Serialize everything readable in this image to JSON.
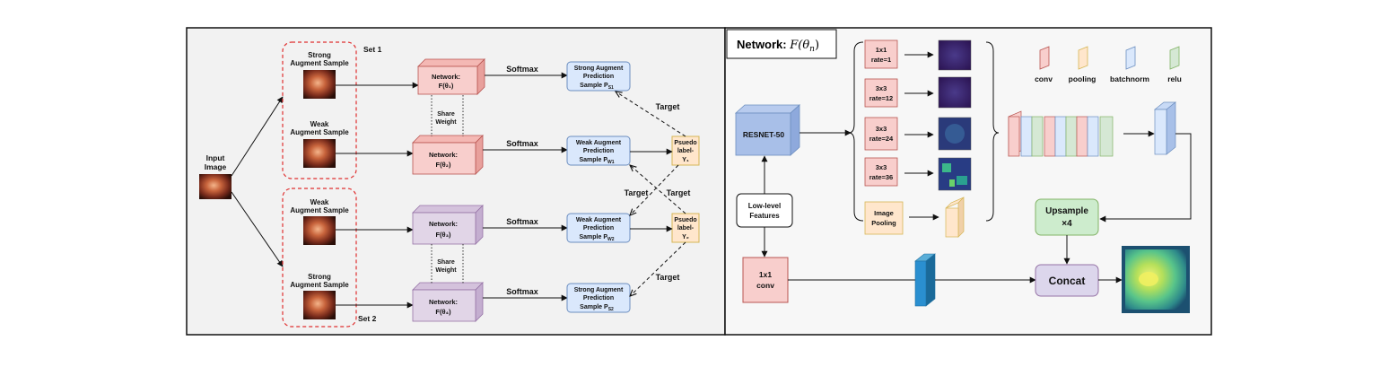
{
  "left_panel": {
    "input_label": [
      "Input",
      "Image"
    ],
    "set1": "Set 1",
    "set2": "Set 2",
    "samples": {
      "strong1": [
        "Strong",
        "Augment Sample"
      ],
      "weak1": [
        "Weak",
        "Augment Sample"
      ],
      "weak2": [
        "Weak",
        "Augment Sample"
      ],
      "strong2": [
        "Strong",
        "Augment Sample"
      ]
    },
    "networks": {
      "n1": [
        "Network:",
        "F(θ₁)"
      ],
      "n2": [
        "Network:",
        "F(θ₂)"
      ],
      "n3": [
        "Network:",
        "F(θ₃)"
      ],
      "n4": [
        "Network:",
        "F(θ₄)"
      ]
    },
    "share_weight": [
      "Share",
      "Weight"
    ],
    "softmax": "Softmax",
    "predictions": {
      "p1": {
        "lines": [
          "Strong Augment",
          "Prediction"
        ],
        "sample": "Sample P",
        "sub": "S1"
      },
      "p2": {
        "lines": [
          "Weak Augment",
          "Prediction"
        ],
        "sample": "Sample P",
        "sub": "W1"
      },
      "p3": {
        "lines": [
          "Weak Augment",
          "Prediction"
        ],
        "sample": "Sample P",
        "sub": "W2"
      },
      "p4": {
        "lines": [
          "Strong Augment",
          "Prediction"
        ],
        "sample": "Sample P",
        "sub": "S2"
      }
    },
    "pseudo1": [
      "Psuedo",
      "label-",
      "Y₁"
    ],
    "pseudo2": [
      "Psuedo",
      "label-",
      "Y₂"
    ],
    "target": "Target"
  },
  "right_panel": {
    "title_bold": "Network: ",
    "title_math": "F(θ",
    "title_sub": "n",
    "title_close": ")",
    "resnet": "RESNET-50",
    "lowlevel": [
      "Low-level",
      "Features"
    ],
    "conv1x1": [
      "1x1",
      "conv"
    ],
    "aspp": [
      [
        "1x1",
        "rate=1"
      ],
      [
        "3x3",
        "rate=12"
      ],
      [
        "3x3",
        "rate=24"
      ],
      [
        "3x3",
        "rate=36"
      ]
    ],
    "pooling": [
      "Image",
      "Pooling"
    ],
    "legend": [
      "conv",
      "pooling",
      "batchnorm",
      "relu"
    ],
    "upsample": [
      "Upsample",
      "×4"
    ],
    "concat": "Concat"
  },
  "colors": {
    "conv": "#f8cecc",
    "conv_stroke": "#b85450",
    "pool": "#ffe6cc",
    "pool_stroke": "#d6b656",
    "bn": "#dae8fc",
    "bn_stroke": "#6c8ebf",
    "relu": "#d5e8d4",
    "relu_stroke": "#82b366",
    "network_red": "#f8cecc",
    "network_purple": "#e1d5e7",
    "blue_cube": "#a8bfe8",
    "dash_red": "#e03030"
  }
}
